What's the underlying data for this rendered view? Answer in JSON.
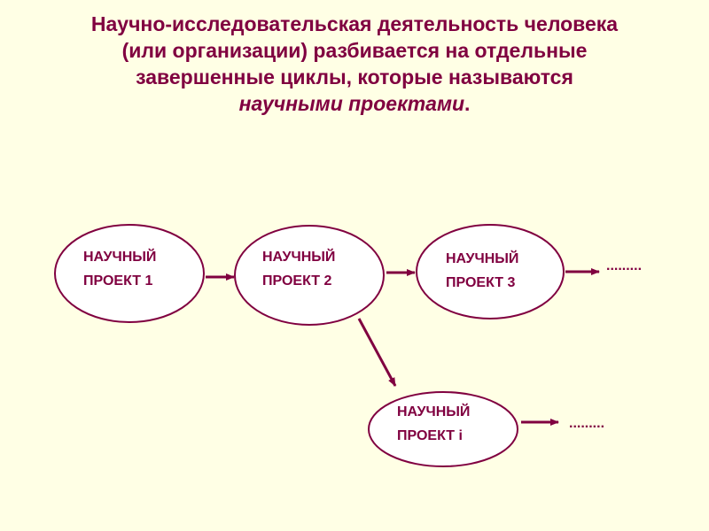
{
  "heading": {
    "line1": "Научно-исследовательская деятельность человека",
    "line2": "(или организации) разбивается на отдельные",
    "line3_before": "завершенные ",
    "line3_bold": "циклы",
    "line3_after": ", которые называются",
    "line4_italic": "научными проектами",
    "line4_after": "."
  },
  "nodes": [
    {
      "line1": "НАУЧНЫЙ",
      "line2": "ПРОЕКТ 1"
    },
    {
      "line1": "НАУЧНЫЙ",
      "line2": "ПРОЕКТ 2"
    },
    {
      "line1": "НАУЧНЫЙ",
      "line2": "ПРОЕКТ 3"
    },
    {
      "line1": "НАУЧНЫЙ",
      "line2": "ПРОЕКТ i"
    }
  ],
  "continuation": ".........",
  "colors": {
    "accent": "#800040",
    "background": "#ffffe5",
    "node_fill": "#ffffff"
  }
}
